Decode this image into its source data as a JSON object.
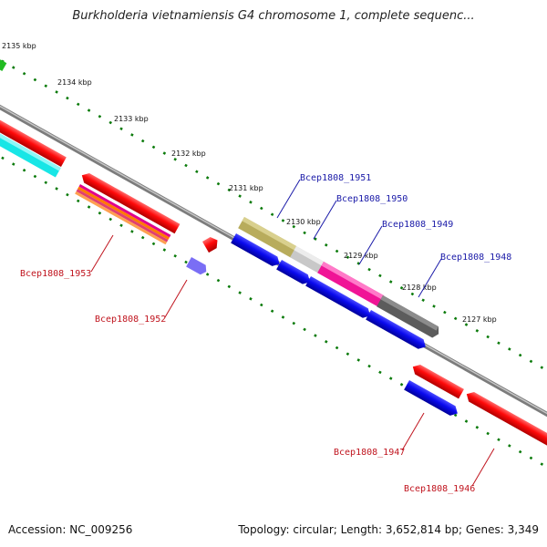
{
  "title": "Burkholderia vietnamiensis G4 chromosome 1, complete sequenc...",
  "footer": {
    "accession": "Accession: NC_009256",
    "summary": "Topology: circular; Length: 3,652,814 bp; Genes: 3,349"
  },
  "ticks": [
    "2135 kbp",
    "2134 kbp",
    "2133 kbp",
    "2132 kbp",
    "2131 kbp",
    "2130 kbp",
    "2129 kbp",
    "2128 kbp",
    "2127 kbp"
  ],
  "gene_labels": {
    "upper": [
      "Bcep1808_1951",
      "Bcep1808_1950",
      "Bcep1808_1949",
      "Bcep1808_1948"
    ],
    "lower": [
      "Bcep1808_1953",
      "Bcep1808_1952",
      "Bcep1808_1947",
      "Bcep1808_1946"
    ]
  },
  "colors": {
    "label_blue": "#1a1aa8",
    "label_red": "#c0141e",
    "tick_green": "#0a7a0a",
    "backbone": "#8a8a8a"
  }
}
